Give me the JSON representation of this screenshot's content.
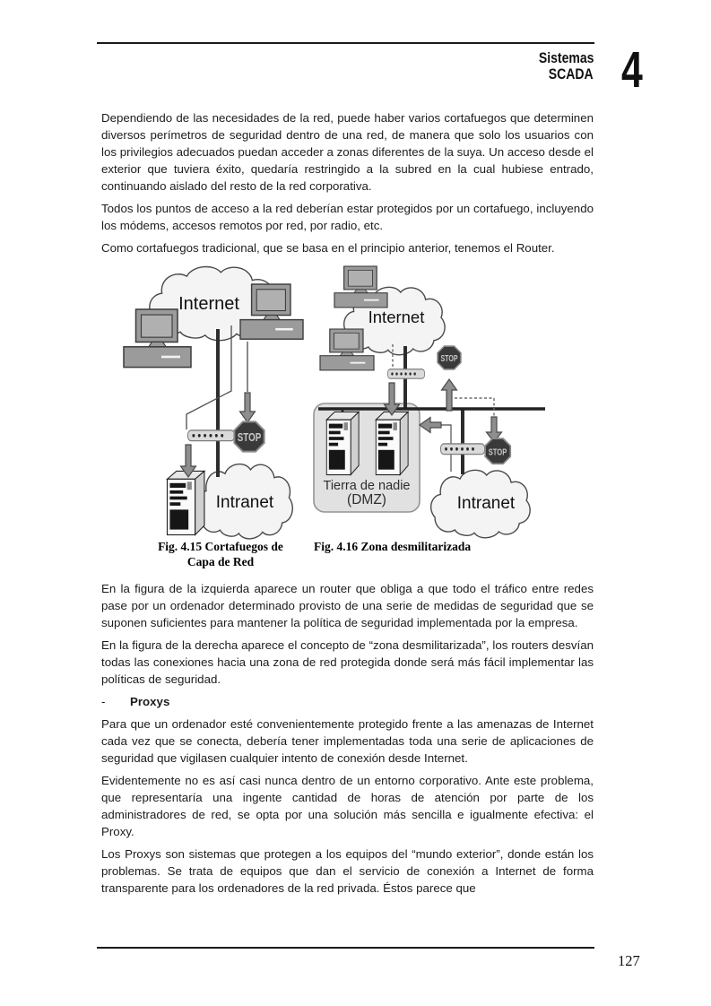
{
  "header": {
    "title_line1": "Sistemas",
    "title_line2": "SCADA",
    "chapter_number": "4"
  },
  "paragraphs": {
    "p1": "Dependiendo de las necesidades de la red, puede haber varios cortafuegos que determinen diversos perímetros de seguridad dentro de una red, de manera que solo los usuarios con los privilegios adecuados puedan acceder a zonas diferentes de la suya. Un acceso desde el exterior que tuviera éxito, quedaría restringido a la subred en la cual hubiese entrado, continuando aislado del resto de la red corporativa.",
    "p2": "Todos los puntos de acceso a la red deberían estar protegidos por un cortafuego, incluyendo los módems, accesos remotos por red, por radio, etc.",
    "p3": "Como cortafuegos tradicional, que se basa en el principio anterior, tenemos el Router.",
    "p4": "En la figura de la izquierda aparece un router que obliga a que todo el tráfico entre redes pase por un ordenador determinado provisto de una serie de medidas de seguridad que se suponen suficientes para mantener la política de seguridad implementada por la empresa.",
    "p5": "En la figura de la derecha aparece el concepto de “zona desmilitarizada”, los routers desvían todas las conexiones hacia una zona de red protegida donde será más fácil implementar las políticas de seguridad.",
    "p6": "Para que un ordenador esté convenientemente protegido frente a las amenazas de Internet cada vez que se conecta, debería tener implementadas toda una serie de aplicaciones de seguridad que vigilasen cualquier intento de conexión desde Internet.",
    "p7": "Evidentemente no es así casi nunca dentro de un entorno corporativo. Ante este problema, que representaría una ingente cantidad de horas de atención por parte de los administradores de red, se opta por una solución más sencilla e igualmente efectiva: el Proxy.",
    "p8": "Los Proxys son sistemas que protegen a los equipos del “mundo exterior”, donde están los problemas. Se trata de equipos que dan el servicio de conexión a Internet de forma transparente para los ordenadores de la red privada. Éstos parece que"
  },
  "list": {
    "bullet": "-",
    "label": "Proxys"
  },
  "figures": {
    "fig15": {
      "caption_line1": "Fig. 4.15 Cortafuegos de",
      "caption_line2": "Capa de Red",
      "internet_label": "Internet",
      "intranet_label": "Intranet",
      "stop_label": "STOP"
    },
    "fig16": {
      "caption": "Fig. 4.16 Zona desmilitarizada",
      "internet_label": "Internet",
      "intranet_label": "Intranet",
      "dmz_label_line1": "Tierra de nadie",
      "dmz_label_line2": "(DMZ)",
      "stop_label": "STOP"
    }
  },
  "footer": {
    "page_number": "127"
  },
  "colors": {
    "cloud_fill": "#f4f4f4",
    "stop_fill": "#3a3a3a",
    "stop_text": "#c9c9c9",
    "computer_gray": "#9b9b9b",
    "router_fill": "#dadada",
    "dmz_fill": "#e1e1e1",
    "arrow_fill": "#8e8e8e",
    "line_dark": "#2d2d2d"
  }
}
